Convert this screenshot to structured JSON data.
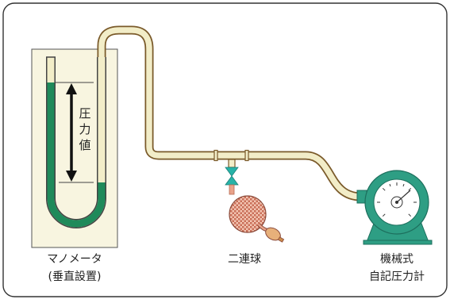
{
  "labels": {
    "manometer": "マノメータ",
    "manometer_note": "(垂直設置)",
    "bulb": "二連球",
    "gauge_line1": "機械式",
    "gauge_line2": "自記圧力計",
    "pressure_value": [
      "圧",
      "力",
      "値"
    ]
  },
  "colors": {
    "frame_stroke": "#333333",
    "tube_outline": "#7a5a2a",
    "tube_fill": "#f2edc8",
    "liquid": "#1f8a5a",
    "manometer_panel": "#f8f5e0",
    "gauge_body": "#2e9e84",
    "gauge_face": "#ffffff",
    "valve": "#27b3a8",
    "bulb_fill": "#e9a38a",
    "arrow": "#111111"
  },
  "icons": [
    "u-tube-manometer-icon",
    "double-bulb-pump-icon",
    "valve-icon",
    "pressure-gauge-icon"
  ]
}
